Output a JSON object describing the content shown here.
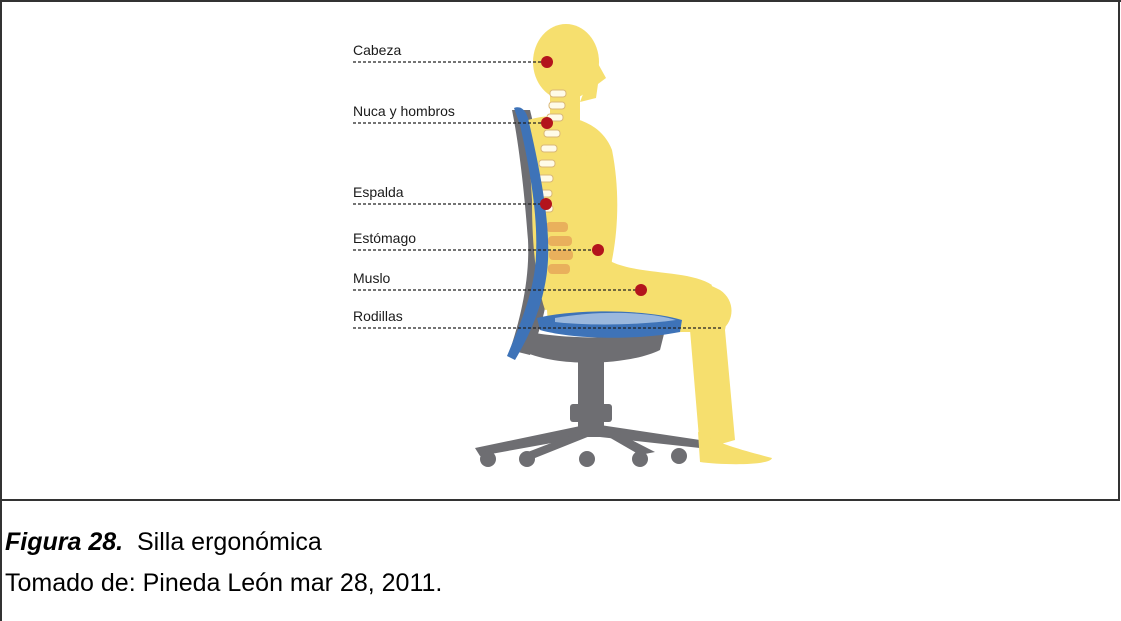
{
  "diagram": {
    "labels": [
      {
        "id": "cabeza",
        "text": "Cabeza"
      },
      {
        "id": "nuca",
        "text": "Nuca y hombros"
      },
      {
        "id": "espalda",
        "text": "Espalda"
      },
      {
        "id": "estomago",
        "text": "Estómago"
      },
      {
        "id": "muslo",
        "text": "Muslo"
      },
      {
        "id": "rodillas",
        "text": "Rodillas"
      }
    ],
    "colors": {
      "body": "#f6df6e",
      "chair_dark": "#6e6e72",
      "chair_blue": "#3e73b8",
      "seat_light": "#9bb8dd",
      "point": "#b3141c",
      "spine": "#e7c99a"
    }
  },
  "caption": {
    "figure": "Figura 28.",
    "title": "Silla ergonómica",
    "source": "Tomado de: Pineda León mar 28, 2011."
  }
}
